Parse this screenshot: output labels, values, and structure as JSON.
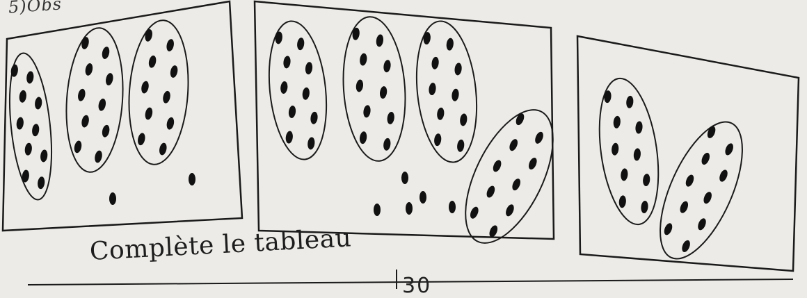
{
  "header": {
    "fragment_text": "5)Obs"
  },
  "instruction": {
    "text": "Complète le tableau"
  },
  "table_fragment": {
    "cell_text": "30"
  },
  "panels": [
    {
      "label": "panel-1",
      "groups_of_ten": 3,
      "loose_dots": 2
    },
    {
      "label": "panel-2",
      "groups_of_ten": 4,
      "loose_dots": 5
    },
    {
      "label": "panel-3",
      "groups_of_ten": 2,
      "loose_dots": 0
    }
  ]
}
